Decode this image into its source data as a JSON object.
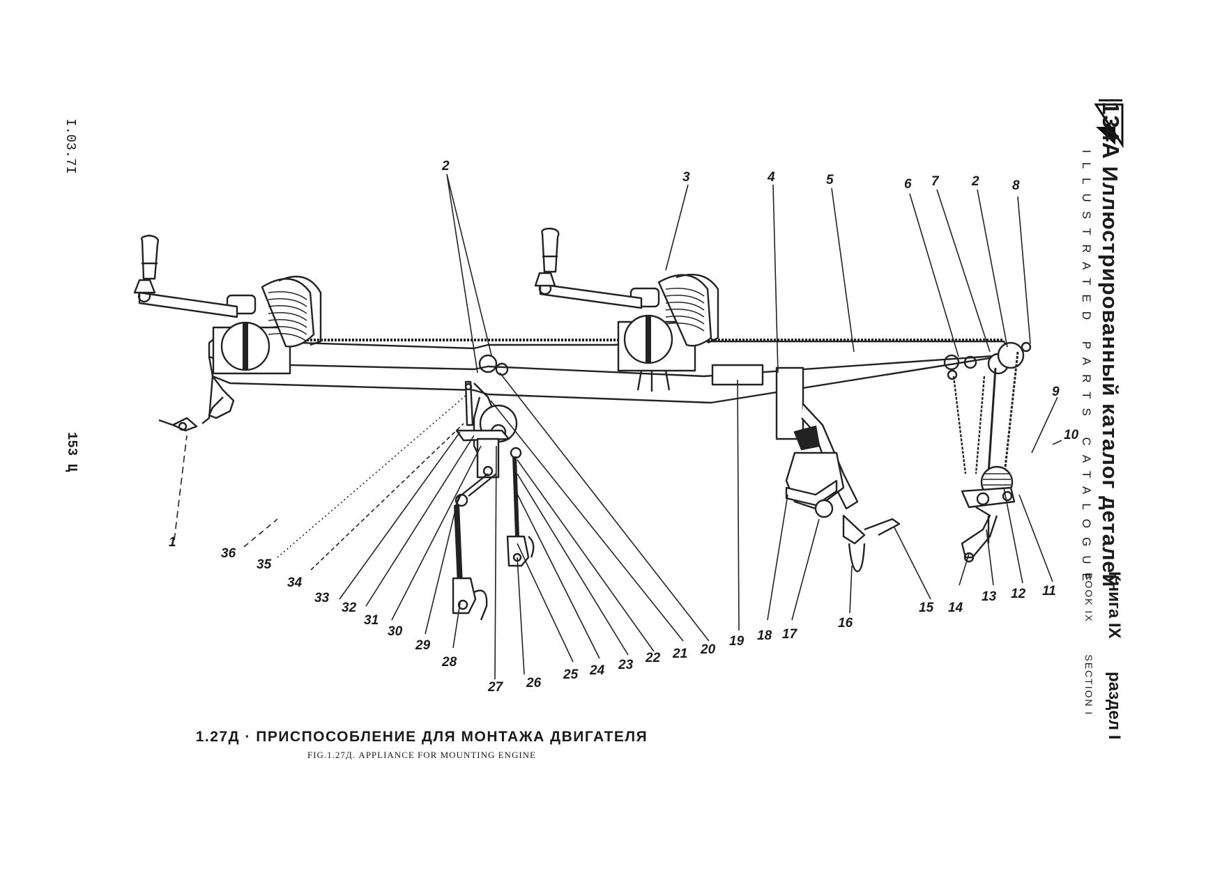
{
  "header": {
    "model": "134A",
    "catalog_title_ru": "Иллюстрированный каталог деталей",
    "catalog_title_en": "ILLUSTRATED PARTS CATALOGUE",
    "book_ru": "Книга",
    "book_en": "BOOK",
    "book_number": "IX",
    "section_ru": "раздел",
    "section_en": "SECTION",
    "section_number": "I"
  },
  "side": {
    "date": "I.03.7I",
    "page": "153 Ц"
  },
  "caption": {
    "ru": "1.27Д · ПРИСПОСОБЛЕНИЕ ДЛЯ МОНТАЖА ДВИГАТЕЛЯ",
    "en": "FIG.1.27Д. APPLIANCE FOR MOUNTING ENGINE"
  },
  "callouts": {
    "c1": "1",
    "c2a": "2",
    "c2b": "2",
    "c3": "3",
    "c4": "4",
    "c5": "5",
    "c6": "6",
    "c7": "7",
    "c8": "8",
    "c9": "9",
    "c10": "10",
    "c11": "11",
    "c12": "12",
    "c13": "13",
    "c14": "14",
    "c15": "15",
    "c16": "16",
    "c17": "17",
    "c18": "18",
    "c19": "19",
    "c20": "20",
    "c21": "21",
    "c22": "22",
    "c23": "23",
    "c24": "24",
    "c25": "25",
    "c26": "26",
    "c27": "27",
    "c28": "28",
    "c29": "29",
    "c30": "30",
    "c31": "31",
    "c32": "32",
    "c33": "33",
    "c34": "34",
    "c35": "35",
    "c36": "36"
  }
}
